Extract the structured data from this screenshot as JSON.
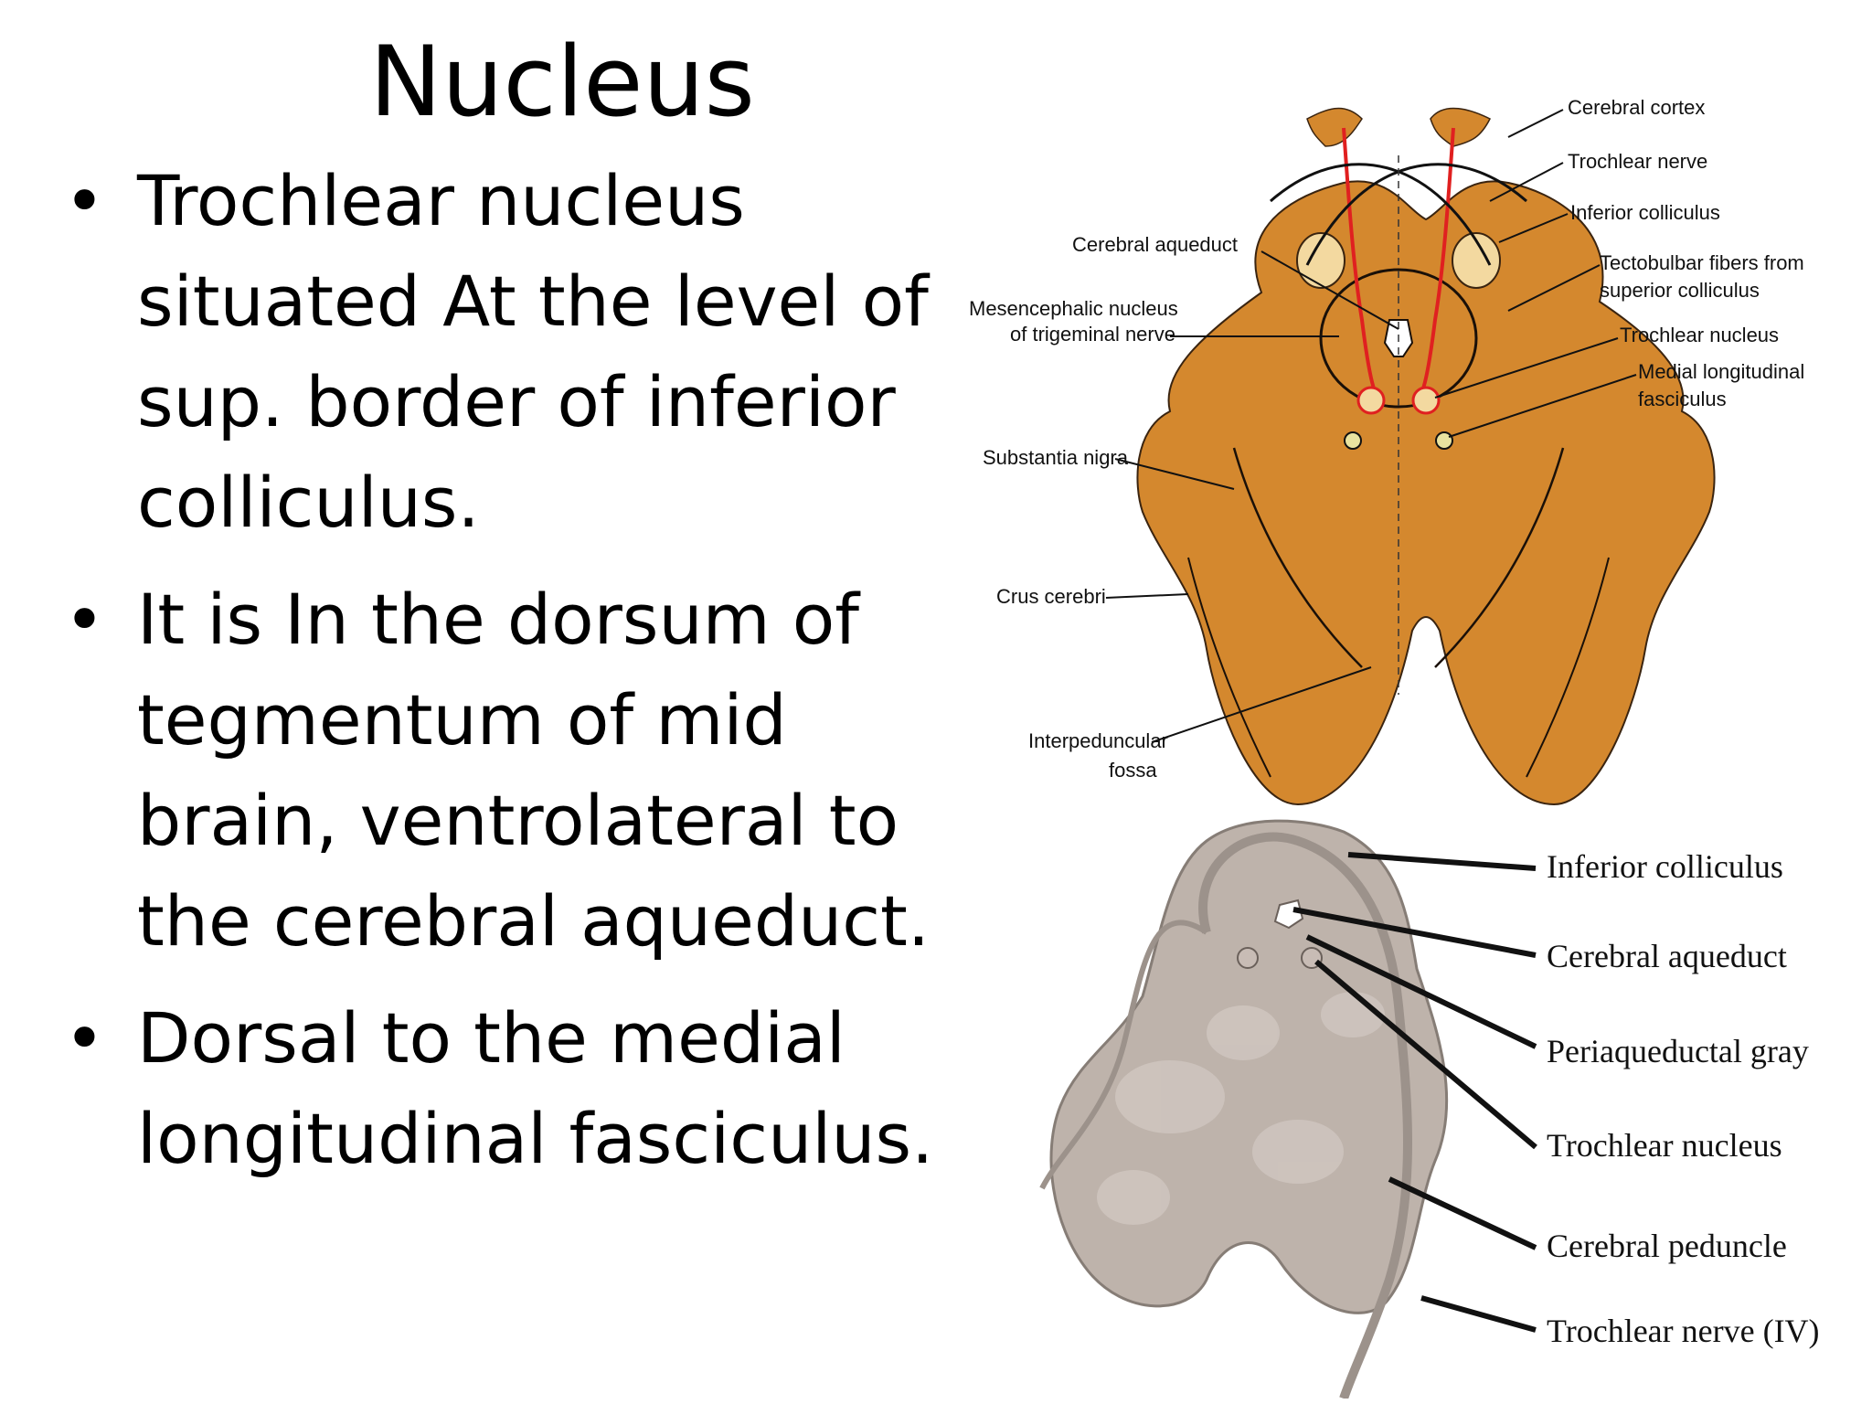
{
  "slide": {
    "title": "Nucleus",
    "bullets": [
      {
        "lines": [
          "Trochlear nucleus",
          "situated At the level of",
          "sup. border of inferior",
          "colliculus."
        ]
      },
      {
        "lines": [
          "It is In the dorsum of",
          "tegmentum of mid",
          "brain, ventrolateral to",
          "the cerebral aqueduct."
        ]
      },
      {
        "lines": [
          "Dorsal to the medial",
          "longitudinal fasciculus."
        ]
      }
    ],
    "bullet_glyph": "•"
  },
  "diagram_top": {
    "fill_color": "#D4882E",
    "nerve_color": "#E02020",
    "labels": {
      "cerebral_cortex": "Cerebral cortex",
      "trochlear_nerve": "Trochlear nerve",
      "inferior_colliculus": "Inferior colliculus",
      "tectobulbar_1": "Tectobulbar fibers from",
      "tectobulbar_2": "superior colliculus",
      "trochlear_nucleus": "Trochlear nucleus",
      "mlf_1": "Medial longitudinal",
      "mlf_2": "fasciculus",
      "cerebral_aqueduct": "Cerebral aqueduct",
      "mesencephalic_1": "Mesencephalic nucleus",
      "mesencephalic_2": "of trigeminal nerve",
      "substantia_nigra": "Substantia nigra",
      "crus_cerebri": "Crus cerebri",
      "interpeduncular_1": "Interpeduncular",
      "interpeduncular_2": "fossa"
    }
  },
  "diagram_bottom": {
    "fill_color": "#B8ABA3",
    "labels": {
      "inferior_colliculus": "Inferior colliculus",
      "cerebral_aqueduct": "Cerebral aqueduct",
      "periaqueductal_gray": "Periaqueductal gray",
      "trochlear_nucleus": "Trochlear nucleus",
      "cerebral_peduncle": "Cerebral peduncle",
      "trochlear_nerve": "Trochlear nerve (IV)"
    }
  }
}
